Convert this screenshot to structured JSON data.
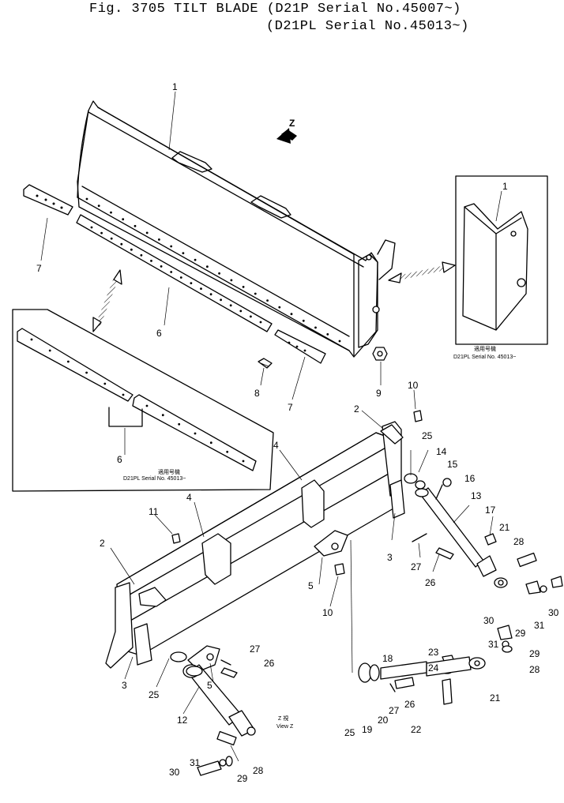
{
  "title": {
    "line1": "Fig. 3705  TILT BLADE (D21P   Serial No.45007~)",
    "line2": "(D21PL  Serial No.45013~)"
  },
  "view_arrow_label": "Z",
  "inset_top": {
    "callout": "1",
    "note_jp": "適用号機",
    "note": "D21PL  Serial  No.  45013~"
  },
  "inset_left": {
    "callout": "6",
    "note_jp": "適用号機",
    "note": "D21PL  Serial  No.  45013~"
  },
  "view_z": {
    "jp": "Z  視",
    "en": "View  Z"
  },
  "callouts": [
    {
      "id": "c1",
      "label": "1"
    },
    {
      "id": "c7a",
      "label": "7"
    },
    {
      "id": "c6",
      "label": "6"
    },
    {
      "id": "c7b",
      "label": "7"
    },
    {
      "id": "c8",
      "label": "8"
    },
    {
      "id": "c9",
      "label": "9"
    },
    {
      "id": "c10a",
      "label": "10"
    },
    {
      "id": "c2a",
      "label": "2"
    },
    {
      "id": "c25a",
      "label": "25"
    },
    {
      "id": "c14",
      "label": "14"
    },
    {
      "id": "c15",
      "label": "15"
    },
    {
      "id": "c16",
      "label": "16"
    },
    {
      "id": "c13",
      "label": "13"
    },
    {
      "id": "c4a",
      "label": "4"
    },
    {
      "id": "c4b",
      "label": "4"
    },
    {
      "id": "c11",
      "label": "11"
    },
    {
      "id": "c2b",
      "label": "2"
    },
    {
      "id": "c3a",
      "label": "3"
    },
    {
      "id": "c17",
      "label": "17"
    },
    {
      "id": "c21a",
      "label": "21"
    },
    {
      "id": "c28a",
      "label": "28"
    },
    {
      "id": "c27a",
      "label": "27"
    },
    {
      "id": "c26a",
      "label": "26"
    },
    {
      "id": "c5a",
      "label": "5"
    },
    {
      "id": "c10b",
      "label": "10"
    },
    {
      "id": "c30a",
      "label": "30"
    },
    {
      "id": "c31a",
      "label": "31"
    },
    {
      "id": "c29a",
      "label": "29"
    },
    {
      "id": "c31b",
      "label": "31"
    },
    {
      "id": "c30b",
      "label": "30"
    },
    {
      "id": "c29b",
      "label": "29"
    },
    {
      "id": "c28b",
      "label": "28"
    },
    {
      "id": "c23",
      "label": "23"
    },
    {
      "id": "c24",
      "label": "24"
    },
    {
      "id": "c18",
      "label": "18"
    },
    {
      "id": "c5b",
      "label": "5"
    },
    {
      "id": "c27b",
      "label": "27"
    },
    {
      "id": "c26b",
      "label": "26"
    },
    {
      "id": "c3b",
      "label": "3"
    },
    {
      "id": "c25b",
      "label": "25"
    },
    {
      "id": "c12",
      "label": "12"
    },
    {
      "id": "c27c",
      "label": "27"
    },
    {
      "id": "c26c",
      "label": "26"
    },
    {
      "id": "c21b",
      "label": "21"
    },
    {
      "id": "c22",
      "label": "22"
    },
    {
      "id": "c25c",
      "label": "25"
    },
    {
      "id": "c19",
      "label": "19"
    },
    {
      "id": "c20",
      "label": "20"
    },
    {
      "id": "c30c",
      "label": "30"
    },
    {
      "id": "c31c",
      "label": "31"
    },
    {
      "id": "c29c",
      "label": "29"
    },
    {
      "id": "c28c",
      "label": "28"
    }
  ]
}
